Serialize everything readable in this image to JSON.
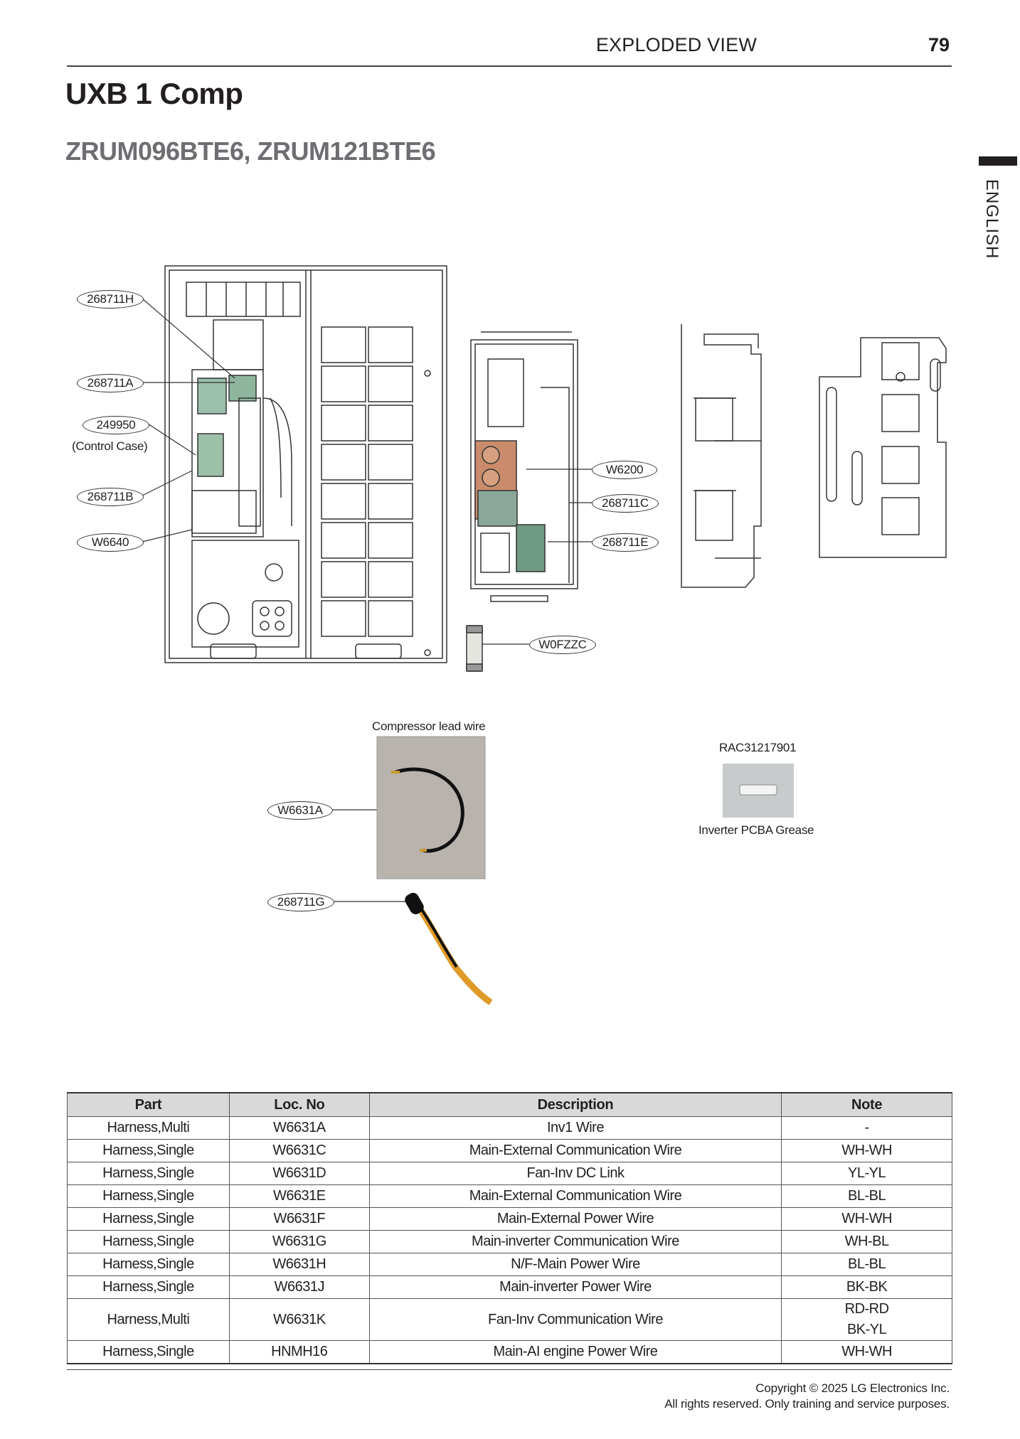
{
  "header": {
    "section": "EXPLODED VIEW",
    "page_number": "79"
  },
  "title": "UXB 1 Comp",
  "subtitle": "ZRUM096BTE6, ZRUM121BTE6",
  "side_tab": "ENGLISH",
  "diagram": {
    "callouts": {
      "c268711H": "268711H",
      "c268711A": "268711A",
      "c249950": "249950",
      "control_case": "(Control Case)",
      "c268711B": "268711B",
      "cW6640": "W6640",
      "cW6200": "W6200",
      "c268711C": "268711C",
      "c268711E": "268711E",
      "cW0FZZC": "W0FZZC",
      "cW6631A": "W6631A",
      "c268711G": "268711G"
    },
    "compressor_lead_label": "Compressor lead wire",
    "grease_part_no": "RAC31217901",
    "grease_label": "Inverter PCBA Grease"
  },
  "table": {
    "headers": [
      "Part",
      "Loc. No",
      "Description",
      "Note"
    ],
    "rows": [
      {
        "part": "Harness,Multi",
        "loc": "W6631A",
        "desc": "Inv1 Wire",
        "note": "-"
      },
      {
        "part": "Harness,Single",
        "loc": "W6631C",
        "desc": "Main-External Communication Wire",
        "note": "WH-WH"
      },
      {
        "part": "Harness,Single",
        "loc": "W6631D",
        "desc": "Fan-Inv DC Link",
        "note": "YL-YL"
      },
      {
        "part": "Harness,Single",
        "loc": "W6631E",
        "desc": "Main-External Communication Wire",
        "note": "BL-BL"
      },
      {
        "part": "Harness,Single",
        "loc": "W6631F",
        "desc": "Main-External Power Wire",
        "note": "WH-WH"
      },
      {
        "part": "Harness,Single",
        "loc": "W6631G",
        "desc": "Main-inverter Communication Wire",
        "note": "WH-BL"
      },
      {
        "part": "Harness,Single",
        "loc": "W6631H",
        "desc": "N/F-Main Power Wire",
        "note": "BL-BL"
      },
      {
        "part": "Harness,Single",
        "loc": "W6631J",
        "desc": "Main-inverter Power Wire",
        "note": "BK-BK"
      },
      {
        "part": "Harness,Multi",
        "loc": "W6631K",
        "desc": "Fan-Inv Communication Wire",
        "note": "RD-RD",
        "note2": "BK-YL"
      },
      {
        "part": "Harness,Single",
        "loc": "HNMH16",
        "desc": "Main-AI engine Power Wire",
        "note": "WH-WH"
      }
    ]
  },
  "footer": {
    "copyright": "Copyright © 2025 LG Electronics Inc.",
    "rights": "All rights reserved. Only training and service purposes."
  }
}
